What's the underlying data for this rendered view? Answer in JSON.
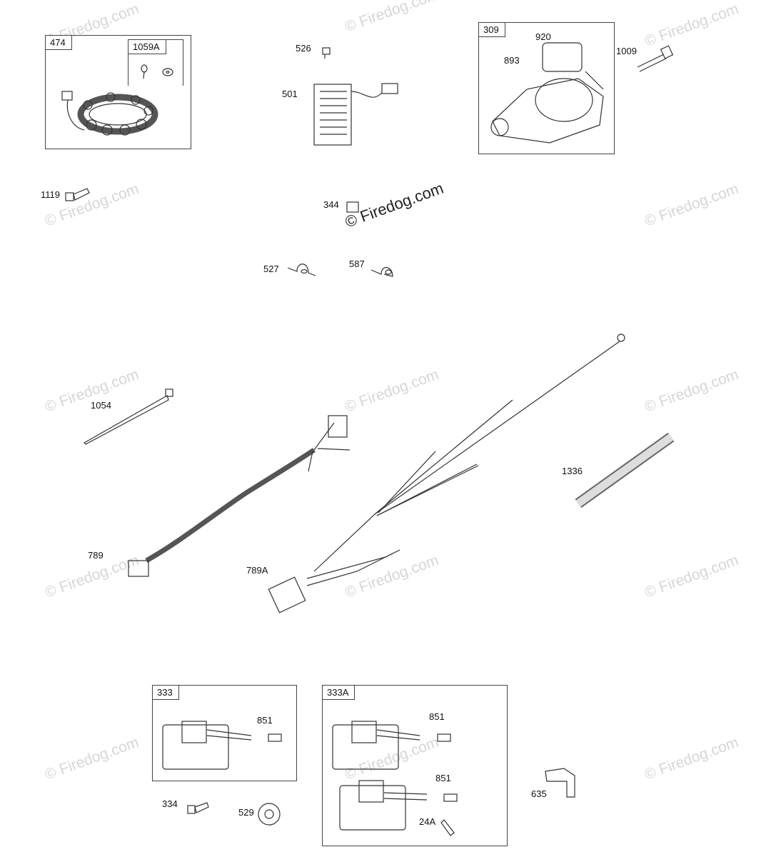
{
  "watermark": {
    "text": "© Firedog.com",
    "center_text": "© Firedog.com"
  },
  "boxes": {
    "stator": {
      "tab": "474",
      "sub_tab": "1059A"
    },
    "starter": {
      "tab": "309"
    },
    "ignition": {
      "tab": "333"
    },
    "ignition_alt": {
      "tab": "333A"
    }
  },
  "callouts": {
    "c526": "526",
    "c501": "501",
    "c920": "920",
    "c893": "893",
    "c1009": "1009",
    "c1119": "1119",
    "c344": "344",
    "c527": "527",
    "c587": "587",
    "c1054": "1054",
    "c1336": "1336",
    "c789": "789",
    "c789A": "789A",
    "c851a": "851",
    "c851b": "851",
    "c851c": "851",
    "c334": "334",
    "c529": "529",
    "c24A": "24A",
    "c635": "635"
  }
}
